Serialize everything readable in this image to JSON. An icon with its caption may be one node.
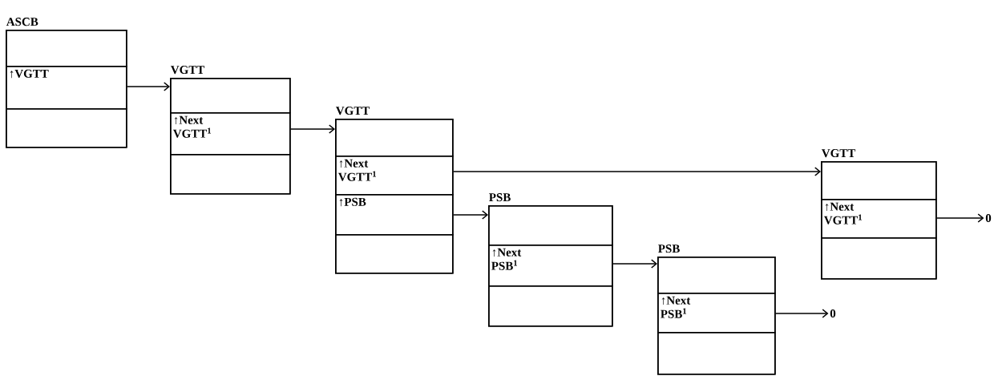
{
  "diagram": {
    "nodes": [
      {
        "text": [
          "ASCB"
        ]
      },
      {
        "text": [],
        "shape": "box",
        "in": 0
      },
      {
        "text": [
          "↑VGTT"
        ],
        "in": 0
      },
      {
        "text": [],
        "shape": "box",
        "in": 0
      },
      {
        "text": [
          "VGTT"
        ]
      },
      {
        "text": [],
        "shape": "box",
        "in": 4
      },
      {
        "text": [
          "↑Next VGTT$^{1}$"
        ],
        "in": 4
      },
      {
        "text": [],
        "shape": "box",
        "in": 4
      },
      {
        "text": [
          "VGTT"
        ]
      },
      {
        "text": [],
        "shape": "box",
        "in": 8
      },
      {
        "text": [
          "↑Next VGTT$^{1}$"
        ],
        "in": 8
      },
      {
        "text": [
          "↑PSB"
        ],
        "in": 8
      },
      {
        "text": [],
        "shape": "box",
        "in": 8
      },
      {
        "text": [
          "PSB"
        ]
      },
      {
        "text": [],
        "shape": "box",
        "in": 13
      },
      {
        "text": [
          "↑Next PSB$^{1}$"
        ],
        "in": 13
      },
      {
        "text": [],
        "shape": "box",
        "in": 13
      },
      {
        "text": [
          "PSB"
        ]
      },
      {
        "text": [],
        "shape": "box",
        "in": 17
      },
      {
        "text": [
          "↑Next PSB$^{1}$"
        ],
        "in": 17
      },
      {
        "text": [],
        "shape": "box",
        "in": 17
      },
      {
        "text": [
          "VGTT"
        ]
      },
      {
        "text": [],
        "shape": "box",
        "in": 21
      },
      {
        "text": [
          "↑Next VGTT$^{1}$"
        ],
        "in": 21
      },
      {
        "text": [],
        "shape": "box",
        "in": 21
      },
      {
        "text": [
          "0"
        ]
      },
      {
        "text": [
          "0"
        ]
      }
    ],
    "edges": [
      {
        "from": 2,
        "to": 4,
        "arrow": "to"
      },
      {
        "from": 6,
        "to": 8,
        "arrow": "to"
      },
      {
        "from": 10,
        "to": 21,
        "arrow": "to"
      },
      {
        "from": 11,
        "to": 13,
        "arrow": "to"
      },
      {
        "from": 15,
        "to": 17,
        "arrow": "to"
      },
      {
        "from": 19,
        "to": 25,
        "arrow": "to"
      },
      {
        "from": 23,
        "to": 26,
        "arrow": "to"
      }
    ]
  }
}
